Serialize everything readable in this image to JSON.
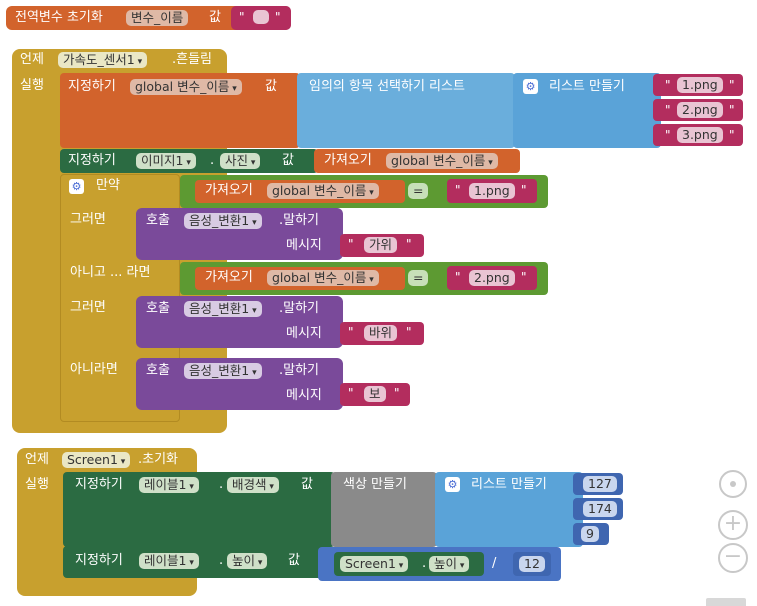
{
  "global_decl": {
    "keyword": "전역변수 초기화",
    "var_name": "변수_이름",
    "value_label": "값",
    "string_value": ""
  },
  "event1": {
    "when_label": "언제",
    "component": "가속도_센서1",
    "event_name": ".흔들림",
    "do_label": "실행",
    "set1": {
      "set_label": "지정하기",
      "var": "global 변수_이름",
      "value_label": "값",
      "pick_label": "임의의 항목 선택하기  리스트",
      "make_list_label": "리스트 만들기",
      "items": [
        "1.png",
        "2.png",
        "3.png"
      ]
    },
    "set2": {
      "set_label": "지정하기",
      "component": "이미지1",
      "property": "사진",
      "value_label": "값",
      "get_label": "가져오기",
      "var": "global 변수_이름"
    },
    "if_block": {
      "if_label": "만약",
      "then_label": "그러면",
      "elseif_label": "아니고 ... 라면",
      "else_label": "아니라면",
      "cond1": {
        "get_label": "가져오기",
        "var": "global 변수_이름",
        "op": "=",
        "value": "1.png"
      },
      "cond2": {
        "get_label": "가져오기",
        "var": "global 변수_이름",
        "op": "=",
        "value": "2.png"
      },
      "calls": [
        {
          "call_label": "호출",
          "component": "음성_변환1",
          "method": ".말하기",
          "msg_label": "메시지",
          "msg": "가위"
        },
        {
          "call_label": "호출",
          "component": "음성_변환1",
          "method": ".말하기",
          "msg_label": "메시지",
          "msg": "바위"
        },
        {
          "call_label": "호출",
          "component": "음성_변환1",
          "method": ".말하기",
          "msg_label": "메시지",
          "msg": "보"
        }
      ]
    }
  },
  "event2": {
    "when_label": "언제",
    "component": "Screen1",
    "event_name": ".초기화",
    "do_label": "실행",
    "set1": {
      "set_label": "지정하기",
      "component": "레이블1",
      "property": "배경색",
      "value_label": "값",
      "make_color_label": "색상 만들기",
      "make_list_label": "리스트 만들기",
      "numbers": [
        "127",
        "174",
        "9"
      ]
    },
    "set2": {
      "set_label": "지정하기",
      "component": "레이블1",
      "property": "높이",
      "value_label": "값",
      "screen": "Screen1",
      "screen_prop": "높이",
      "div": "/",
      "divisor": "12"
    }
  },
  "colors": {
    "event": "#c8a02e",
    "variable": "#d2632c",
    "list": "#5aa3d8",
    "text": "#b32d5e",
    "component": "#2b6b42",
    "logic": "#5d9a32",
    "procedure": "#7a4a9a",
    "math": "#3f66b0"
  }
}
